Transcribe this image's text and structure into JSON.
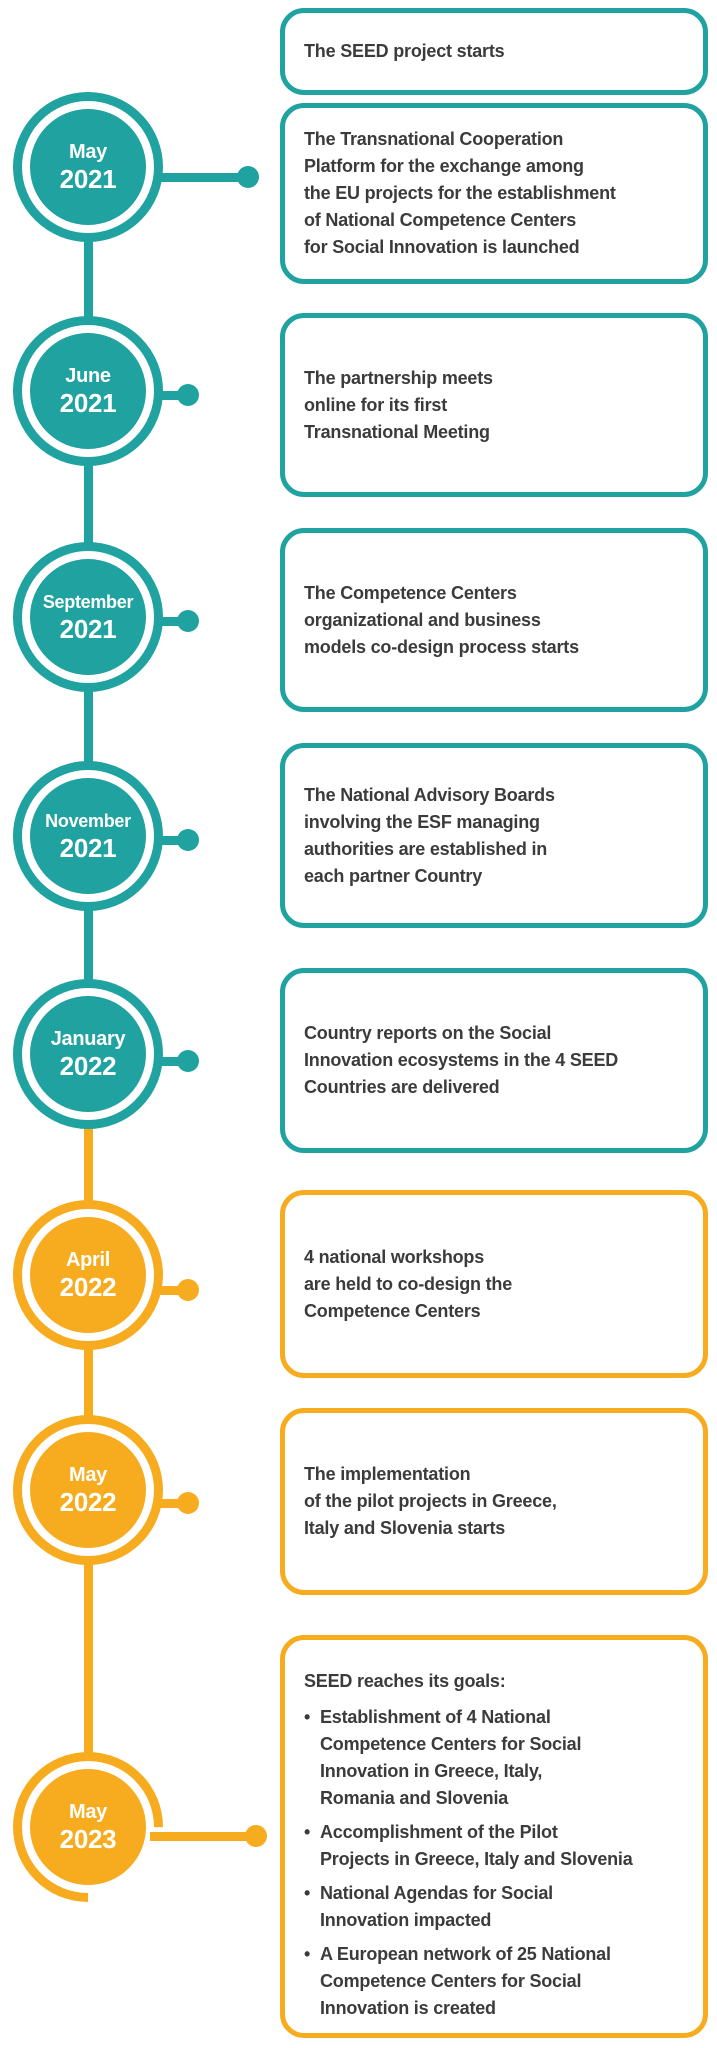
{
  "palette": {
    "teal": "#1FA2A0",
    "yellow": "#F6AC1E",
    "text_dark": "#3B3B3B",
    "background": "#FFFFFF"
  },
  "intro_box": {
    "text": "The SEED project starts"
  },
  "timeline": [
    {
      "month": "May",
      "year": "2021",
      "color": "teal",
      "text": "The Transnational Cooperation\nPlatform for the exchange among\nthe EU projects for the establishment\nof National Competence Centers\nfor Social Innovation is launched"
    },
    {
      "month": "June",
      "year": "2021",
      "color": "teal",
      "text": "The partnership meets\nonline for its first\nTransnational Meeting"
    },
    {
      "month": "September",
      "year": "2021",
      "color": "teal",
      "text": "The Competence Centers\norganizational and business\nmodels co-design process starts"
    },
    {
      "month": "November",
      "year": "2021",
      "color": "teal",
      "text": "The National Advisory Boards\ninvolving the ESF managing\nauthorities are established in\neach partner Country"
    },
    {
      "month": "January",
      "year": "2022",
      "color": "teal",
      "text": "Country reports on the Social\nInnovation ecosystems in the 4 SEED\nCountries are delivered"
    },
    {
      "month": "April",
      "year": "2022",
      "color": "yellow",
      "text": "4 national workshops\nare held to co-design the\nCompetence Centers"
    },
    {
      "month": "May",
      "year": "2022",
      "color": "yellow",
      "text": "The implementation\nof the pilot projects in Greece,\nItaly and Slovenia starts"
    },
    {
      "month": "May",
      "year": "2023",
      "color": "yellow",
      "goals_title": "SEED reaches its goals:",
      "bullets": [
        "Establishment of 4 National\nCompetence Centers for Social\nInnovation in Greece, Italy,\nRomania and Slovenia",
        "Accomplishment of the Pilot\nProjects in Greece, Italy and Slovenia",
        "National Agendas for Social\nInnovation impacted",
        "A European network of 25 National\nCompetence Centers for Social\nInnovation is created"
      ]
    }
  ]
}
